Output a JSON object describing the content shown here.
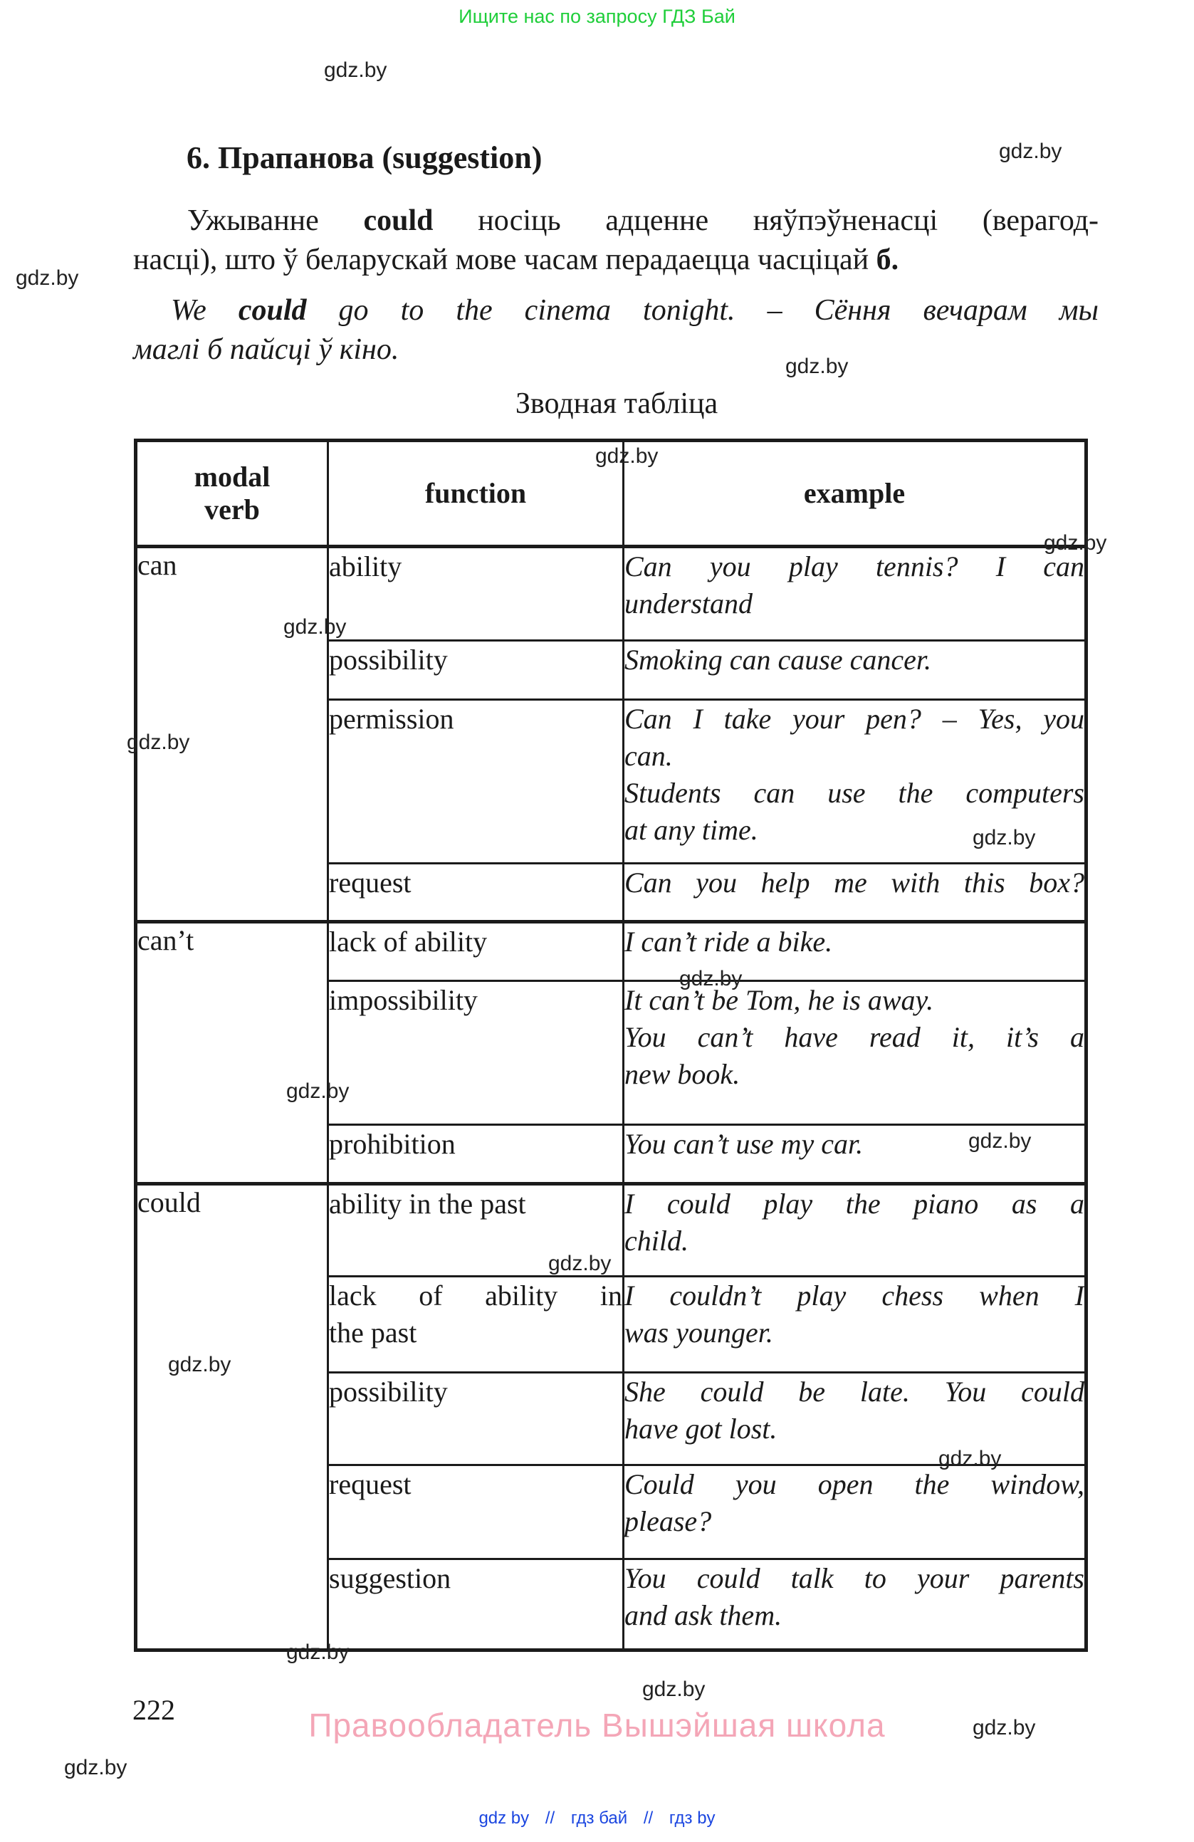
{
  "banner": {
    "text": "Ищите нас по запросу ГДЗ Бай",
    "color": "#1fce3a"
  },
  "watermark": {
    "label": "gdz.by"
  },
  "heading": "6. Прапанова (suggestion)",
  "intro": {
    "line1_pre": "Ужыванне ",
    "line1_bold": "could",
    "line1_post": " носіць адценне няўпэўненасці (верагод-",
    "line2_pre": "насці), што ў беларускай мове часам перадаецца часціцай ",
    "line2_bold": "б."
  },
  "example_sentence": {
    "line1_pre": "We ",
    "line1_bold": "could",
    "line1_post": " go to the cinema tonight. – Сёння вечарам мы",
    "line2": "маглі б пайсці ў кіно."
  },
  "table": {
    "title": "Зводная табліца",
    "header": {
      "modal_line1": "modal",
      "modal_line2": "verb",
      "function": "function",
      "example": "example"
    },
    "rows": [
      {
        "verb": "can",
        "function": "ability",
        "ex": [
          "Can you play tennis? I can",
          "understand"
        ]
      },
      {
        "function": "possibility",
        "ex": [
          "Smoking can cause cancer."
        ]
      },
      {
        "function": "permission",
        "ex": [
          "Can I take your pen? – Yes, you",
          "can.",
          "Students can use the computers",
          "at any time."
        ]
      },
      {
        "function": "request",
        "ex": [
          "Can you help me with this box?"
        ]
      },
      {
        "verb": "can’t",
        "function": "lack of ability",
        "ex": [
          "I can’t ride a bike."
        ]
      },
      {
        "function": "impossibility",
        "ex": [
          "It can’t be Tom, he is away.",
          "You can’t have read it, it’s a",
          "new book."
        ]
      },
      {
        "function": "prohibition",
        "ex": [
          "You can’t use my car."
        ]
      },
      {
        "verb": "could",
        "function": "ability in the past",
        "ex": [
          "I could play the piano as a",
          "child."
        ]
      },
      {
        "function_l1": "lack of ability in",
        "function_l2": "the past",
        "ex": [
          "I couldn’t play chess when I",
          "was younger."
        ]
      },
      {
        "function": "possibility",
        "ex": [
          "She could be late. You could",
          "have got lost."
        ]
      },
      {
        "function": "request",
        "ex": [
          "Could you open the window,",
          "please?"
        ]
      },
      {
        "function": "suggestion",
        "ex": [
          "You could talk to your parents",
          "and ask them."
        ]
      }
    ]
  },
  "footer": {
    "page_number": "222",
    "copyright": "Правообладатель Вышэйшая школа",
    "links": {
      "a": "gdz by",
      "sep1": "//",
      "b": "гдз бай",
      "sep2": "//",
      "c": "гдз by"
    }
  }
}
